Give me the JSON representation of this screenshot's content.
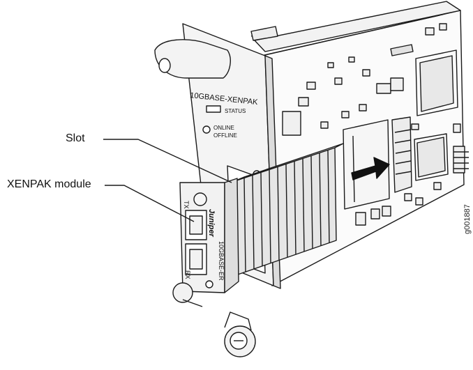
{
  "callouts": {
    "slot": "Slot",
    "module": "XENPAK module"
  },
  "faceplate": {
    "title": "10GBASE-XENPAK",
    "status_led": "STATUS",
    "online": "ONLINE",
    "offline": "OFFLINE"
  },
  "module": {
    "brand": "Juniper",
    "model": "10GBASE-ER",
    "tx_port": "TX",
    "rx_port": "RX"
  },
  "figure_id": "g001887",
  "colors": {
    "line": "#1a1a1a",
    "panel": "#f4f4f4",
    "board": "#fbfbfb",
    "heatsink": "#e6e6e6",
    "arrow": "#111111"
  }
}
